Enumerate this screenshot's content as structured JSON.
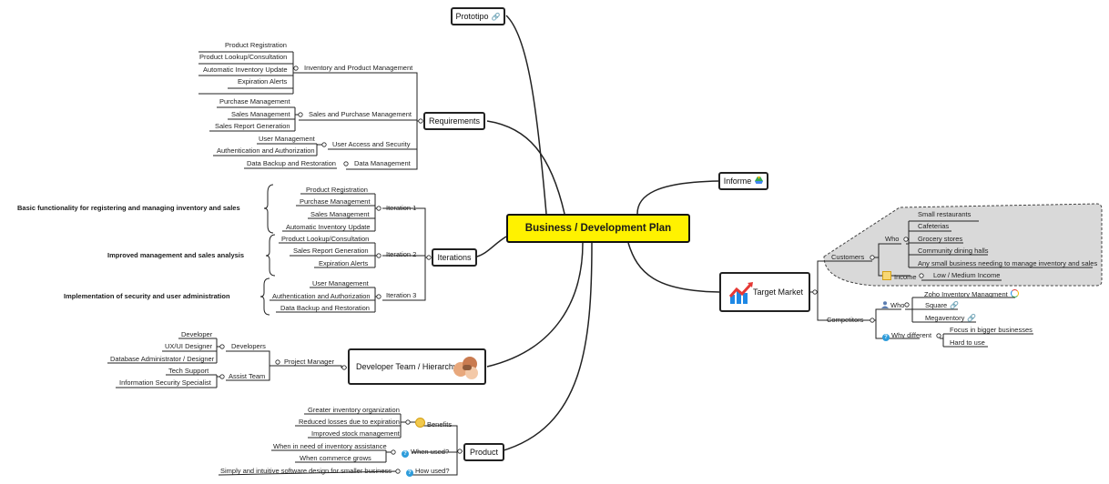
{
  "central": {
    "label": "Business / Development Plan"
  },
  "prototipo": {
    "label": "Prototipo"
  },
  "informe": {
    "label": "Informe"
  },
  "requirements": {
    "label": "Requirements",
    "groups": [
      {
        "label": "Inventory and Product Management",
        "items": [
          "Product Registration",
          "Product Lookup/Consultation",
          "Automatic Inventory Update",
          "Expiration Alerts"
        ]
      },
      {
        "label": "Sales and Purchase Management",
        "items": [
          "Purchase Management",
          "Sales Management",
          "Sales Report Generation"
        ]
      },
      {
        "label": "User Access and Security",
        "items": [
          "User Management",
          "Authentication and Authorization"
        ]
      },
      {
        "label": "Data Management",
        "items": [
          "Data Backup and Restoration"
        ]
      }
    ]
  },
  "iterations": {
    "label": "Iterations",
    "groups": [
      {
        "label": "Iteration 1",
        "summary": "Basic functionality for registering and managing inventory and sales",
        "items": [
          "Product Registration",
          "Purchase Management",
          "Sales Management",
          "Automatic Inventory Update"
        ]
      },
      {
        "label": "Iteration 2",
        "summary": "Improved management and sales analysis",
        "items": [
          "Product Lookup/Consultation",
          "Sales Report Generation",
          "Expiration Alerts"
        ]
      },
      {
        "label": "Iteration 3",
        "summary": "Implementation of security and user administration",
        "items": [
          "User Management",
          "Authentication and Authorization",
          "Data Backup and Restoration"
        ]
      }
    ]
  },
  "team": {
    "label": "Developer Team / Hierarchy",
    "manager": "Project Manager",
    "groups": [
      {
        "label": "Developers",
        "items": [
          "Developer",
          "UX/UI Designer",
          "Database Administrator / Designer"
        ]
      },
      {
        "label": "Assist Team",
        "items": [
          "Tech Support",
          "Information Security Specialist"
        ]
      }
    ]
  },
  "product": {
    "label": "Product",
    "groups": [
      {
        "label": "Benefits",
        "items": [
          "Greater inventory organization",
          "Reduced losses due to expiration",
          "Improved stock management"
        ]
      },
      {
        "label": "When used?",
        "items": [
          "When in need of inventory assistance",
          "When commerce grows"
        ]
      },
      {
        "label": "How used?",
        "items": [
          "Simply and intuitive software design for smaller business"
        ]
      }
    ]
  },
  "target": {
    "label": "Target Market",
    "customers": {
      "label": "Customers",
      "who_label": "Who",
      "who": [
        "Small restaurants",
        "Cafeterias",
        "Grocery stores",
        "Community dining halls",
        "Any small business needing to manage inventory and sales"
      ],
      "income_label": "Income",
      "income": "Low / Medium Income"
    },
    "competitors": {
      "label": "Competitors",
      "who_label": "Who",
      "who": [
        "Zoho Inventory Managment",
        "Square",
        "Megaventory"
      ],
      "why_label": "Why different",
      "why": [
        "Focus in bigger businesses",
        "Hard to use"
      ]
    }
  },
  "colors": {
    "central_fill": "#fff200",
    "line": "#222222",
    "dashed_fill": "#d9d9d9",
    "accent_blue": "#2d9cdb",
    "chart_red": "#e53935"
  }
}
